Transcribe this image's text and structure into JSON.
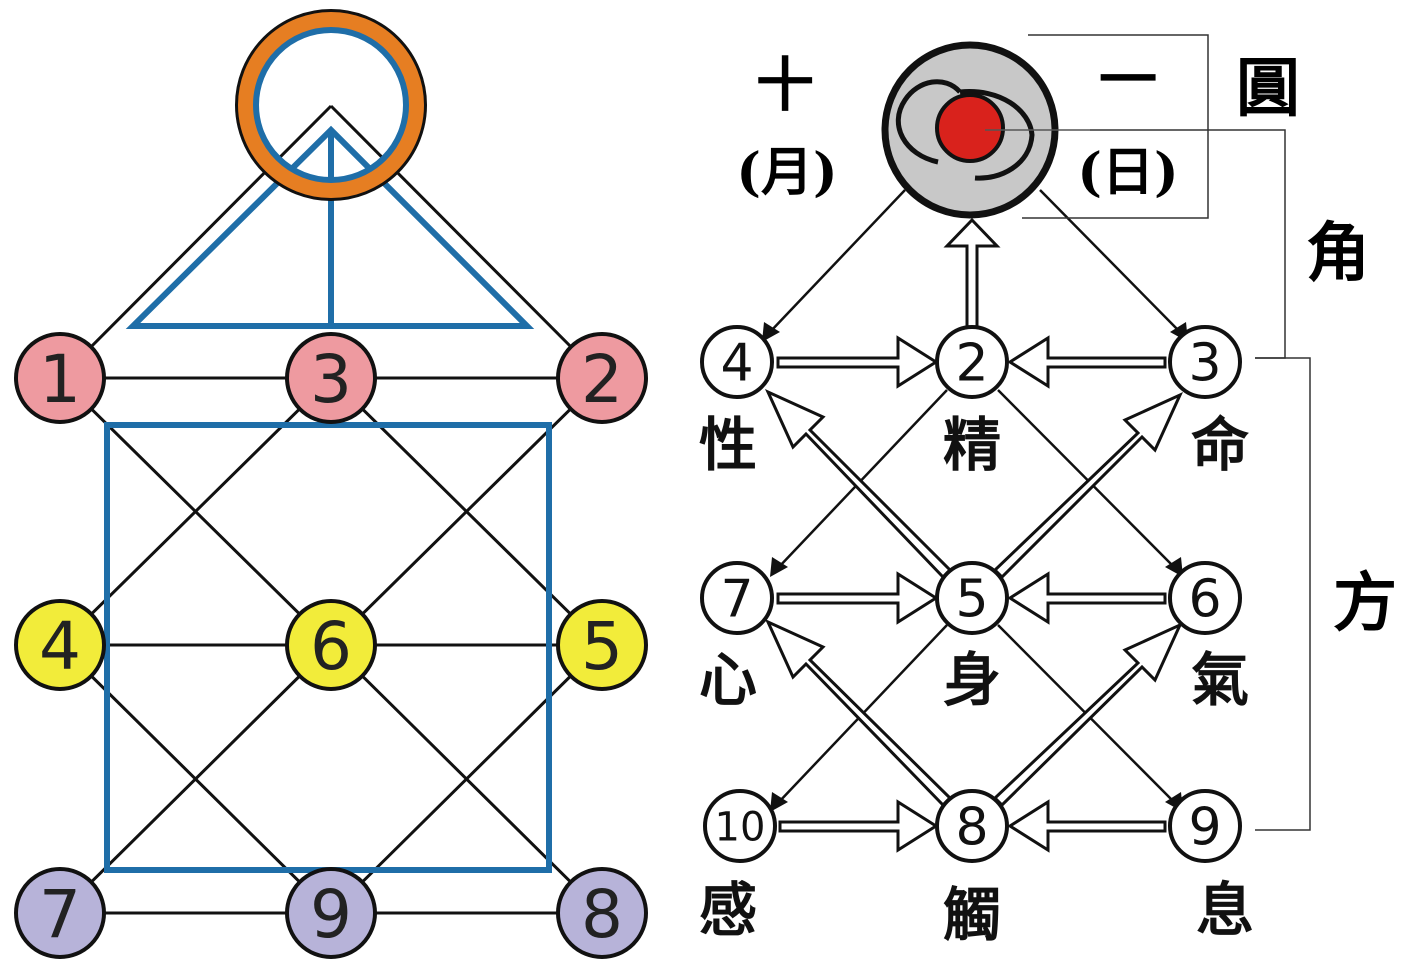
{
  "left": {
    "nodes": [
      {
        "id": "1",
        "label": "1",
        "color": "#EE9AA0"
      },
      {
        "id": "3",
        "label": "3",
        "color": "#EE9AA0"
      },
      {
        "id": "2",
        "label": "2",
        "color": "#EE9AA0"
      },
      {
        "id": "4",
        "label": "4",
        "color": "#F2EC3A"
      },
      {
        "id": "6",
        "label": "6",
        "color": "#F2EC3A"
      },
      {
        "id": "5",
        "label": "5",
        "color": "#F2EC3A"
      },
      {
        "id": "7",
        "label": "7",
        "color": "#B7B3D9"
      },
      {
        "id": "9",
        "label": "9",
        "color": "#B7B3D9"
      },
      {
        "id": "8",
        "label": "8",
        "color": "#B7B3D9"
      }
    ],
    "ring_color": "#E67E22",
    "accent_color": "#1F6EA8"
  },
  "right": {
    "top_left_number": "十",
    "top_left_note": "(月)",
    "top_right_number": "一",
    "top_right_note": "(日)",
    "sun_color": "#D9221C",
    "disc_color": "#C8C8C8",
    "nodes": [
      {
        "id": "4",
        "label": "4",
        "caption": "性"
      },
      {
        "id": "2",
        "label": "2",
        "caption": "精"
      },
      {
        "id": "3",
        "label": "3",
        "caption": "命"
      },
      {
        "id": "7",
        "label": "7",
        "caption": "心"
      },
      {
        "id": "5",
        "label": "5",
        "caption": "身"
      },
      {
        "id": "6",
        "label": "6",
        "caption": "氣"
      },
      {
        "id": "10",
        "label": "10",
        "caption": "感"
      },
      {
        "id": "8",
        "label": "8",
        "caption": "觸"
      },
      {
        "id": "9",
        "label": "9",
        "caption": "息"
      }
    ],
    "brackets": {
      "round": "圓",
      "angle": "角",
      "square": "方"
    }
  }
}
